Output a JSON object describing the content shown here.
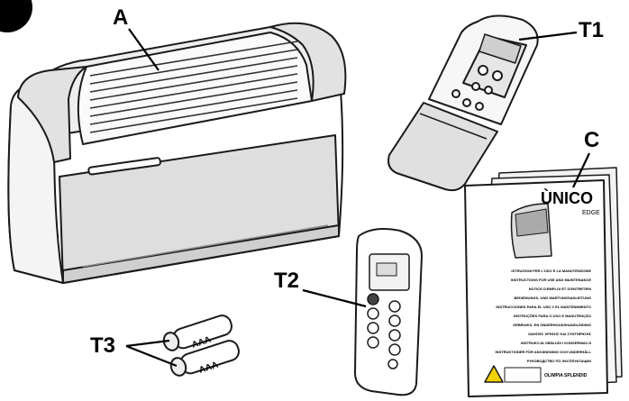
{
  "labels": {
    "unit": "A",
    "remote_sleeve": "T1",
    "manual": "C",
    "remote": "T2",
    "batteries": "T3"
  },
  "battery_text": "AAA",
  "manual_cover": {
    "brand": "ÙNICO",
    "model": "EDGE",
    "languages": [
      "ISTRUZIONI PER L'USO E LA MANUTENZIONE",
      "INSTRUCTIONS FOR USE AND MAINTENANCE",
      "NOTICE D'EMPLOI ET D'ENTRETIEN",
      "BEDIENUNGS- UND WARTUNGSANLEITUNG",
      "INSTRUCCIONES PARA EL USO Y EL MANTENIMIENTO",
      "INSTRUÇÕES PARA O USO E MANUTENÇÃO",
      "GEBRUIKS- EN ONDERHOUDSHANDLEIDING",
      "ΟΔΗΓΙΕΣ ΧΡΗΣΗΣ ΚΑΙ ΣΥΝΤΗΡΗΣΗΣ",
      "INSTRUKCJA OBSŁUGI I KONSERWACJI",
      "INSTRUKTIONER FÖR ANVÄNDNING OCH UNDERHÅLL",
      "РУКОВОДСТВО ПО ЭКСПЛУАТАЦИИ"
    ],
    "footer_brand": "OLIMPIA SPLENDID"
  }
}
